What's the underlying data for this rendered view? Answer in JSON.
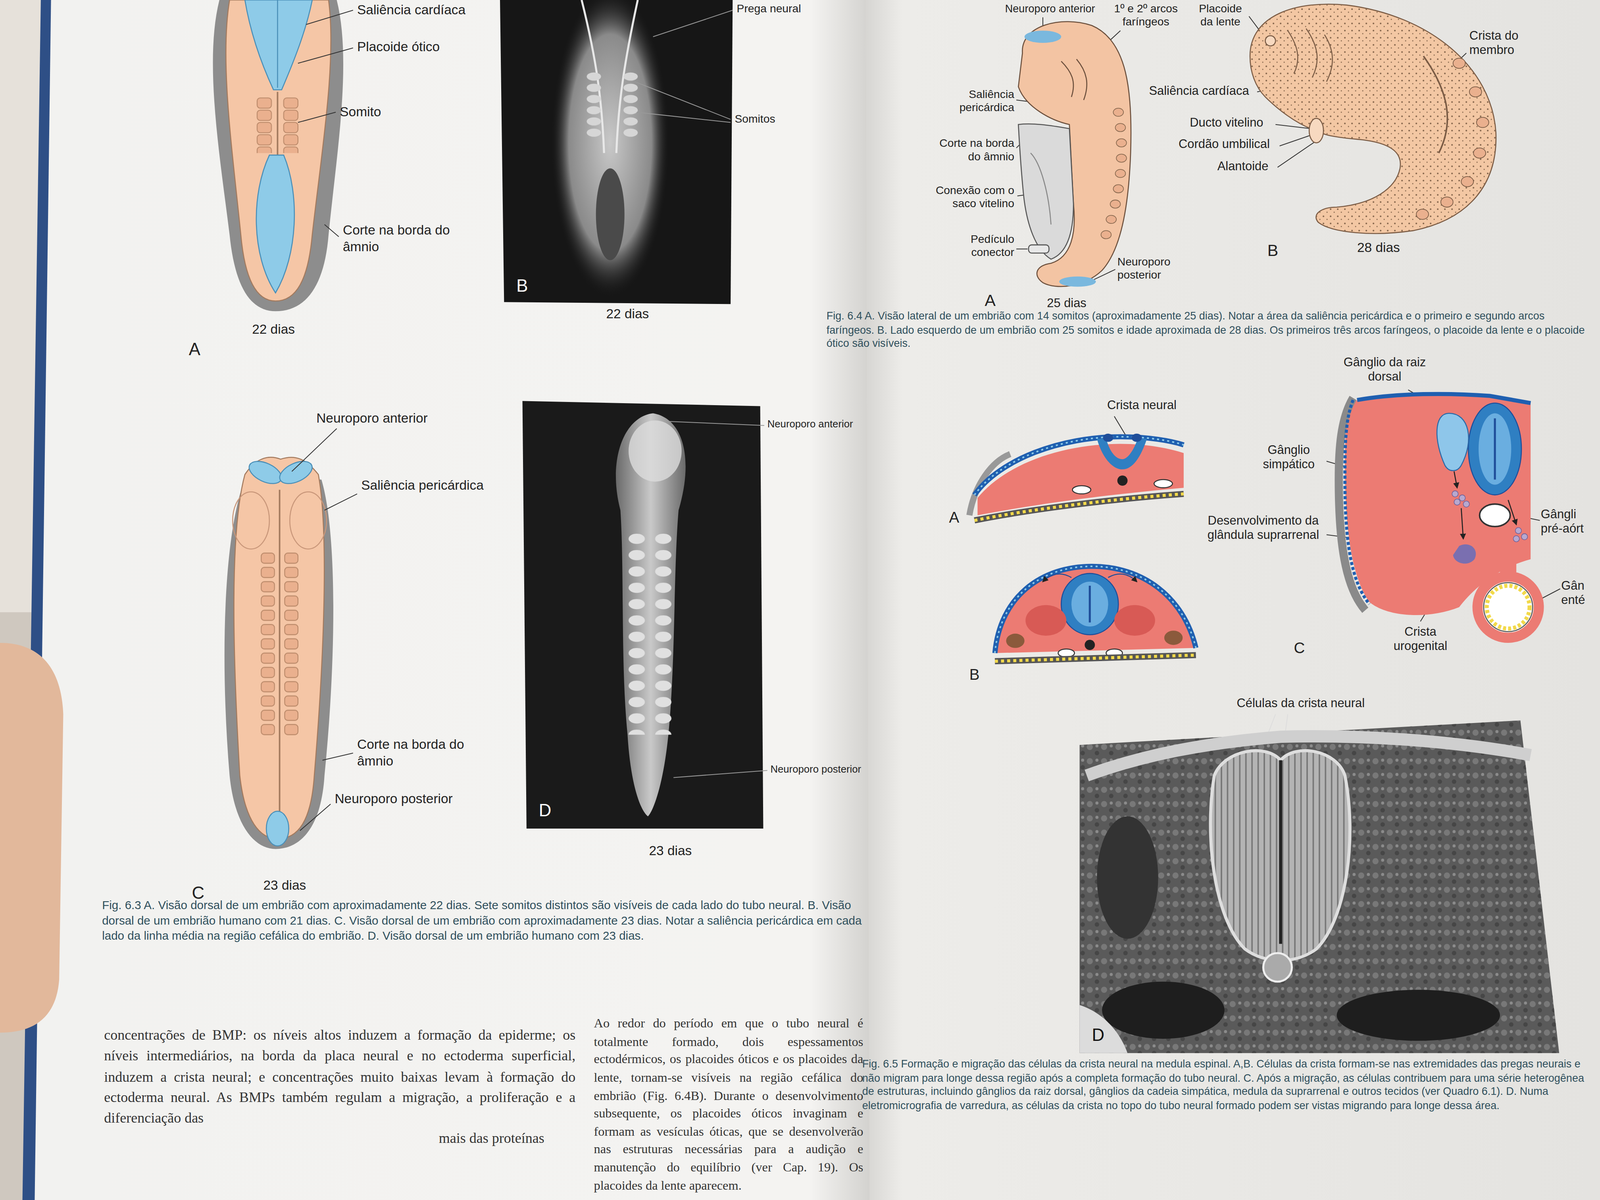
{
  "diagram": {
    "nodes": [
      {
        "text": [
          "B"
        ]
      },
      {
        "text": [
          "D"
        ]
      },
      {
        "text": [
          "D"
        ]
      }
    ],
    "labels": [
      "Saliência cardíaca",
      "Placoide ótico",
      "Somito",
      "Corte na borda do âmnio",
      "A",
      "22 dias",
      "Prega neural",
      "Somitos",
      "22 dias",
      "Neuroporo anterior",
      "Saliência pericárdica",
      "Corte na borda do âmnio",
      "Neuroporo posterior",
      "C",
      "23 dias",
      "Neuroporo anterior",
      "Neuroporo posterior",
      "23 dias",
      "Fig. 6.3 A. Visão dorsal de um embrião com aproximadamente 22 dias. Sete somitos distintos são visíveis de cada lado do tubo neural. B. Visão dorsal de um embrião humano com 21 dias. C. Visão dorsal de um embrião com aproximadamente 23 dias. Notar a saliência pericárdica em cada lado da linha média na região cefálica do embrião. D. Visão dorsal de um embrião humano com 23 dias.",
      "concentrações de BMP: os níveis altos induzem a formação da epiderme; os níveis intermediários, na borda da placa neural e no ectoderma superficial, induzem a crista neural; e concentrações muito baixas levam à formação do ectoderma neural. As BMPs também regulam a migração, a proliferação e a diferenciação das",
      "mais das proteínas",
      "Ao redor do período em que o tubo neural é totalmente formado, dois espessamentos ectodérmicos, os placoides óticos e os placoides da lente, tornam-se visíveis na região cefálica do embrião (Fig. 6.4B). Durante o desenvolvimento subsequente, os placoides óticos invaginam e formam as vesículas óticas, que se desenvolverão nas estruturas necessárias para a audição e manutenção do equilíbrio (ver Cap. 19). Os placoides da lente aparecem.",
      "Neuroporo anterior",
      "1º e 2º arcos faríngeos",
      "Saliência pericárdica",
      "Corte na borda do âmnio",
      "Conexão com o saco vitelino",
      "Pedículo conector",
      "Neuroporo posterior",
      "A",
      "25 dias",
      "Placoide da lente",
      "Crista do membro",
      "Saliência cardíaca",
      "Ducto vitelino",
      "Cordão umbilical",
      "Alantoide",
      "B",
      "28 dias",
      "Fig. 6.4 A. Visão lateral de um embrião com 14 somitos (aproximadamente 25 dias). Notar a área da saliência pericárdica e o primeiro e segundo arcos faríngeos. B. Lado esquerdo de um embrião com 25 somitos e idade aproximada de 28 dias. Os primeiros três arcos faríngeos, o placoide da lente e o placoide ótico são visíveis.",
      "Crista neural",
      "A",
      "B",
      "Gânglio da raiz dorsal",
      "Gânglio simpático",
      "Desenvolvimento da glândula suprarrenal",
      "Gângli pré-aórt",
      "Gân enté",
      "Crista urogenital",
      "C",
      "Células da crista neural",
      "Fig. 6.5 Formação e migração das células da crista neural na medula espinal. A,B. Células da crista formam-se nas extremidades das pregas neurais e não migram para longe dessa região após a completa formação do tubo neural. C. Após a migração, as células contribuem para uma série heterogênea de estruturas, incluindo gânglios da raiz dorsal, gânglios da cadeia simpática, medula da suprarrenal e outros tecidos (ver Quadro 6.1). D. Numa eletromicrografia de varredura, as células da crista no topo do tubo neural formado podem ser vistas migrando para longe dessa área."
    ]
  }
}
